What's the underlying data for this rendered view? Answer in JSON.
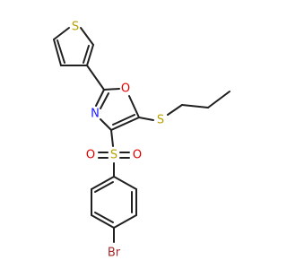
{
  "atoms": [
    {
      "id": "s_thiophene",
      "label": "S",
      "color": "#b8a100"
    },
    {
      "id": "o_oxazole",
      "label": "O",
      "color": "#e00000"
    },
    {
      "id": "n_oxazole",
      "label": "N",
      "color": "#1a1aff"
    },
    {
      "id": "s_thioether",
      "label": "S",
      "color": "#b8a100"
    },
    {
      "id": "s_sulfonyl",
      "label": "S",
      "color": "#b8a100"
    },
    {
      "id": "o_sulfonyl_left",
      "label": "O",
      "color": "#e00000"
    },
    {
      "id": "o_sulfonyl_right",
      "label": "O",
      "color": "#e00000"
    },
    {
      "id": "br",
      "label": "Br",
      "color": "#a52a2a"
    }
  ],
  "colors": {
    "bond": "#202020",
    "background": "#ffffff"
  }
}
